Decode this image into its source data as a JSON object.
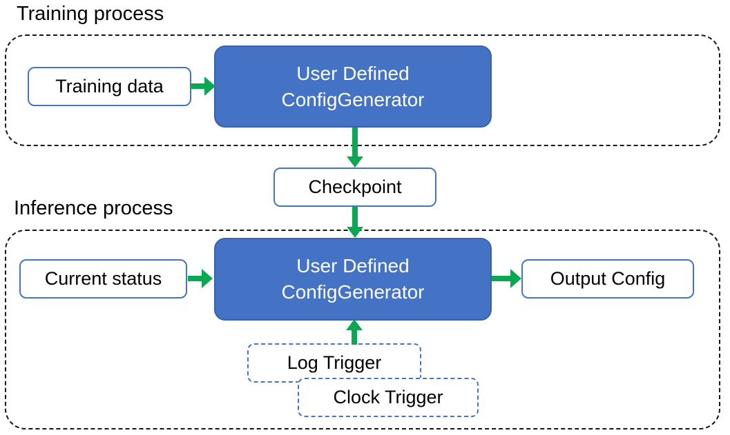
{
  "colors": {
    "accent_blue": "#4472C4",
    "blue_border_dark": "#3A62A8",
    "arrow_green": "#0CA752",
    "container_border": "#141414",
    "text_dark": "#000000",
    "text_light": "#FFFFFF",
    "background": "#FFFFFF"
  },
  "training": {
    "label": "Training process",
    "input_box": "Training data",
    "generator_line1": "User Defined",
    "generator_line2": "ConfigGenerator"
  },
  "checkpoint": {
    "label": "Checkpoint"
  },
  "inference": {
    "label": "Inference process",
    "input_box": "Current status",
    "generator_line1": "User Defined",
    "generator_line2": "ConfigGenerator",
    "output_box": "Output Config",
    "log_trigger": "Log Trigger",
    "clock_trigger": "Clock Trigger"
  }
}
